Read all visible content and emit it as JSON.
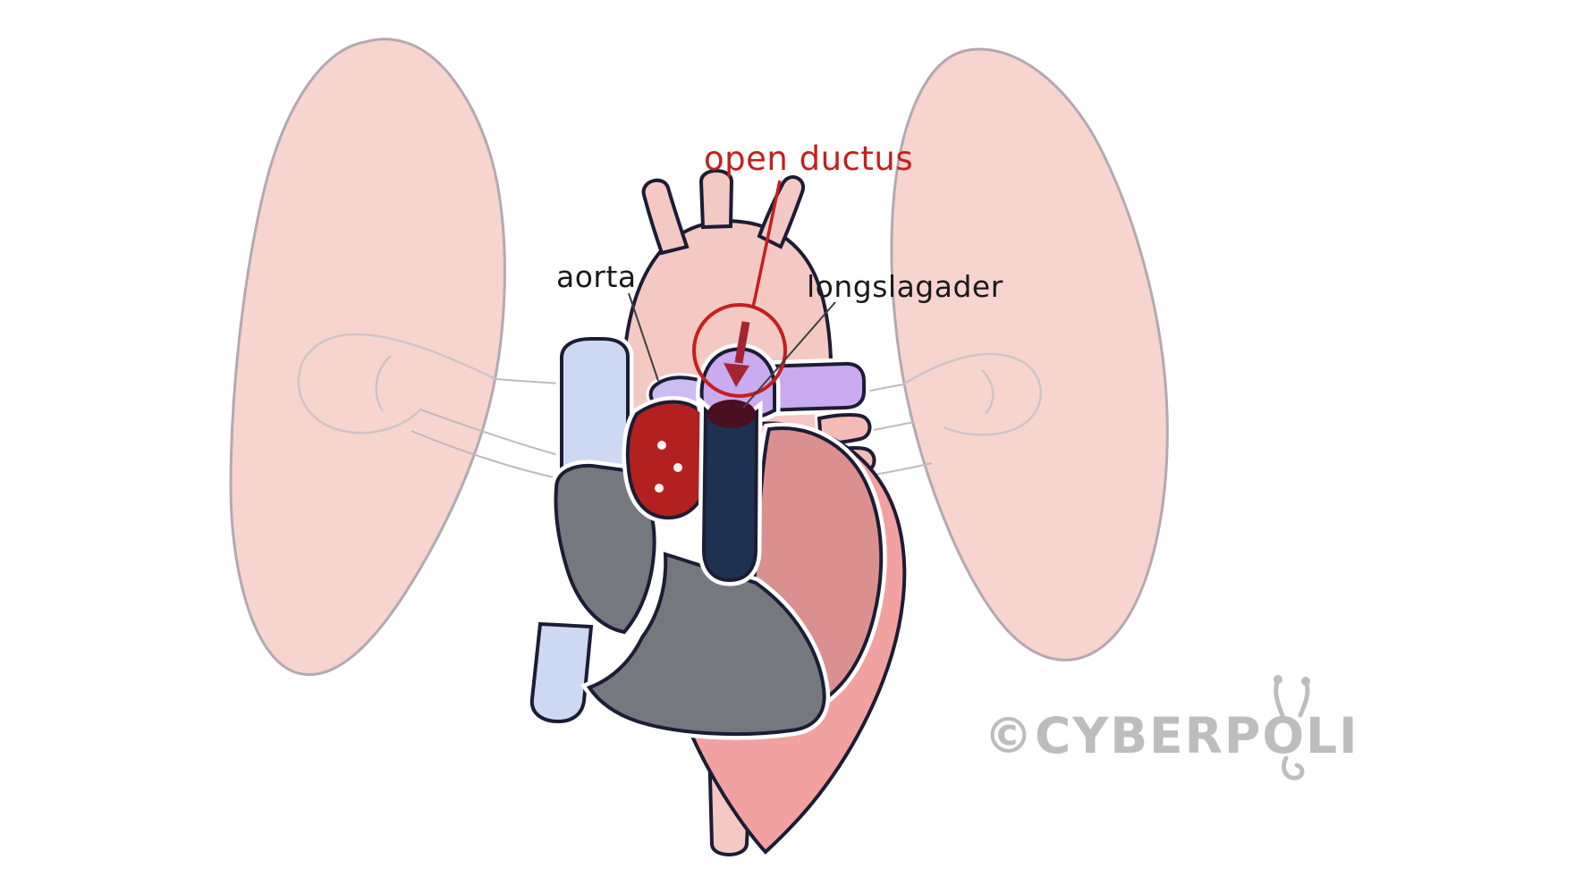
{
  "labels": {
    "aorta": "aorta",
    "longslagader": "longslagader",
    "open_ductus": "open ductus"
  },
  "watermark": "©CYBERPOLI",
  "colors": {
    "annotation_red": "#c41f1f",
    "label_black": "#1a1a1a",
    "watermark_gray": "#bdbdbd",
    "lung_pink": "#f8d4cf",
    "aorta_pink": "#f4c9c3",
    "pulmonary_purple": "#c9abef",
    "vena_cava_blue": "#cdd9f3",
    "atrium_dark_red": "#b2211f",
    "ductus_vessel_navy": "#1e3152",
    "right_heart_gray": "#75787f",
    "left_heart_salmon": "#db9090",
    "heart_wall_pink": "#f2a1a1"
  }
}
